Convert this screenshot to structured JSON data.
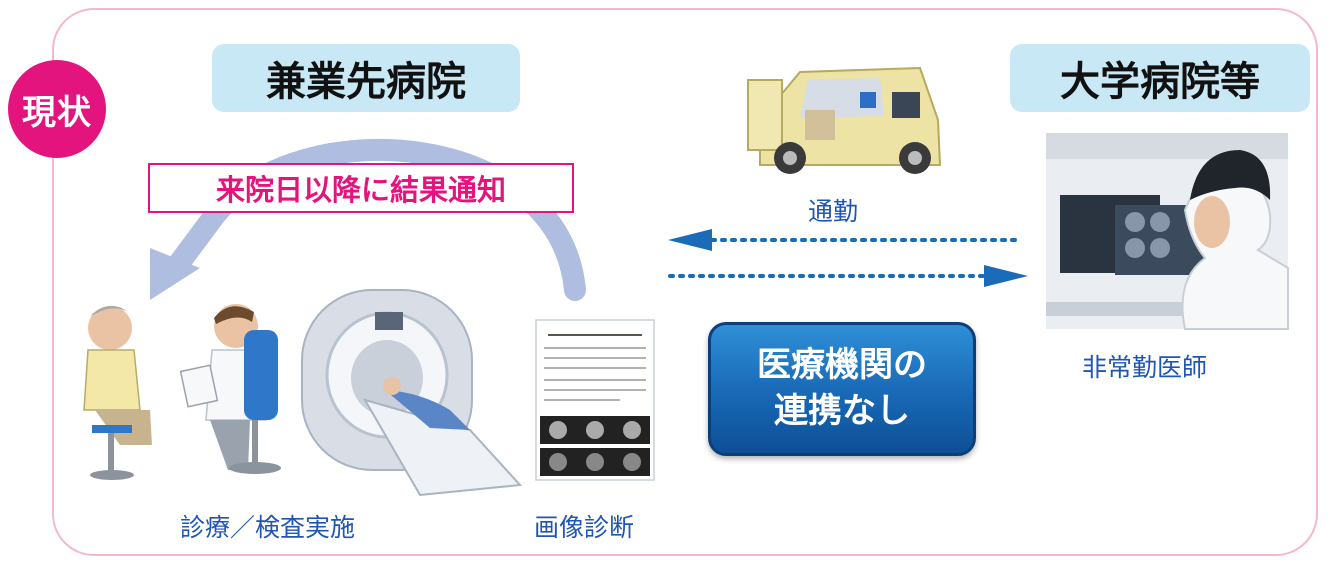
{
  "status_badge": "現状",
  "left_title": "兼業先病院",
  "right_title": "大学病院等",
  "notice": "来院日以降に結果通知",
  "commute_label": "通勤",
  "no_link_line1": "医療機関の",
  "no_link_line2": "連携なし",
  "exam_label": "診療／検査実施",
  "imaging_label": "画像診断",
  "doctor_label": "非常勤医師",
  "colors": {
    "accent_pink": "#e4147e",
    "label_bg": "#c8e8f6",
    "blue": "#1a6bb8",
    "caption": "#1f56b4"
  }
}
